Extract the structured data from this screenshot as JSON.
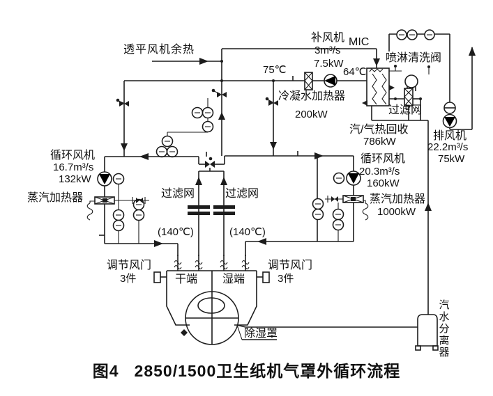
{
  "figure": {
    "number": "图4",
    "title": "2850/1500卫生纸机气罩外循环流程"
  },
  "colors": {
    "line": "#1c1c1c",
    "text": "#111111",
    "background": "#ffffff"
  },
  "labels": {
    "turbine_heat": "透平风机余热",
    "temp_75": "75℃",
    "makeup_fan_name": "补风机",
    "makeup_fan_flow": "3m³/s",
    "makeup_fan_power": "7.5kW",
    "mic": "MIC",
    "temp_64": "64℃",
    "spray_wash_valve": "喷淋清洗阀",
    "condensate_heater_name": "冷凝水加热器",
    "condensate_heater_power": "200kW",
    "filter_top": "过滤网",
    "heat_recovery_name": "汽/气热回收",
    "heat_recovery_power": "786kW",
    "exhaust_fan_name": "排风机",
    "exhaust_fan_flow": "22.2m³/s",
    "exhaust_fan_power": "75kW",
    "circ_fan_left_name": "循环风机",
    "circ_fan_left_flow": "16.7m³/s",
    "circ_fan_left_power": "132kW",
    "steam_heater_left_name": "蒸汽加热器",
    "circ_fan_right_name": "循环风机",
    "circ_fan_right_flow": "20.3m³/s",
    "circ_fan_right_power": "160kW",
    "steam_heater_right_name": "蒸汽加热器",
    "steam_heater_right_power": "1000kW",
    "filter_mid_left": "过滤网",
    "filter_mid_right": "过滤网",
    "temp_140_left": "(140℃)",
    "temp_140_right": "(140℃)",
    "damper_left_name": "调节风门",
    "damper_left_count": "3件",
    "damper_right_name": "调节风门",
    "damper_right_count": "3件",
    "dry_end": "干端",
    "wet_end": "湿端",
    "dehumid_hood": "除湿罩",
    "separator": "汽水分离器"
  }
}
